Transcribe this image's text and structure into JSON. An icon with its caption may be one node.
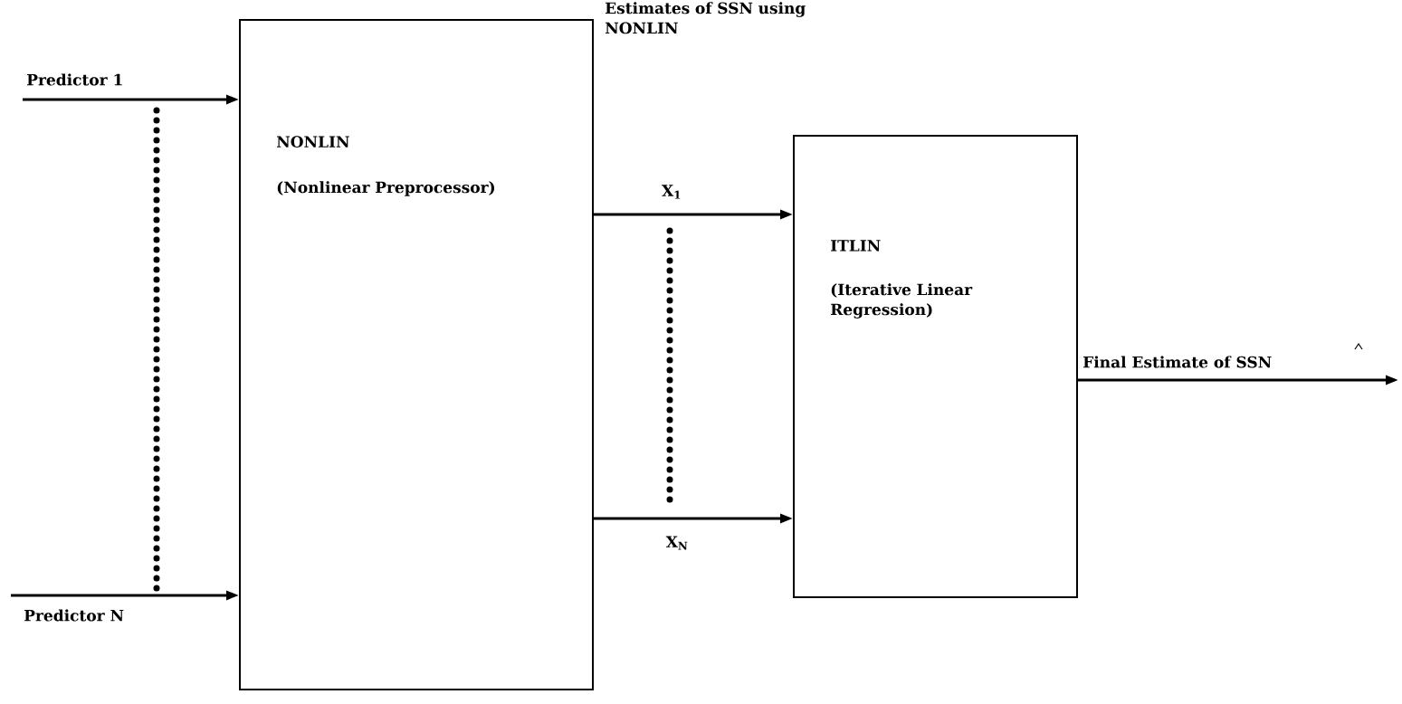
{
  "diagram": {
    "nodes": [
      {
        "text": [
          "NONLIN",
          "(Nonlinear Preprocessor)"
        ]
      },
      {
        "text": [
          "ITLIN",
          "(Iterative Linear Regression)"
        ]
      }
    ],
    "edges": [
      {
        "from": null,
        "to": 0,
        "arrow": "to",
        "label": "Predictor 1"
      },
      {
        "from": null,
        "to": 0,
        "arrow": "to",
        "label": "Predictor N"
      },
      {
        "from": 0,
        "to": 1,
        "arrow": "to",
        "label": "X$_{1}$"
      },
      {
        "from": 0,
        "to": 1,
        "arrow": "to",
        "label": "X$_{N}$"
      },
      {
        "from": 1,
        "to": null,
        "arrow": "to",
        "label": "Final Estimate of SSN"
      }
    ],
    "labels": [
      "Estimates of SSN using NONLIN"
    ]
  }
}
